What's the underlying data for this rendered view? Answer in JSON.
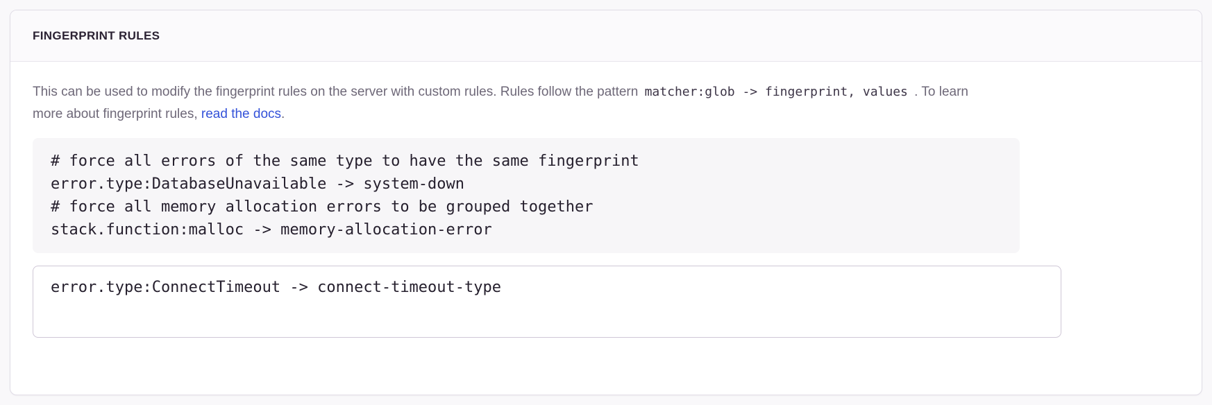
{
  "panel": {
    "title": "FINGERPRINT RULES",
    "description": {
      "text_before_code": "This can be used to modify the fingerprint rules on the server with custom rules. Rules follow the pattern ",
      "pattern_code": "matcher:glob -> fingerprint, values",
      "text_after_code": " . To learn more about fingerprint rules, ",
      "link_label": "read the docs",
      "text_after_link": "."
    },
    "example_code": "# force all errors of the same type to have the same fingerprint\nerror.type:DatabaseUnavailable -> system-down\n# force all memory allocation errors to be grouped together\nstack.function:malloc -> memory-allocation-error",
    "rules_input_value": "error.type:ConnectTimeout -> connect-timeout-type"
  },
  "colors": {
    "link": "#3452d9",
    "panel_title": "#2b2233",
    "description_text": "#6e6878",
    "code_background": "#f7f6f8",
    "textarea_border": "#cfc7d6"
  }
}
